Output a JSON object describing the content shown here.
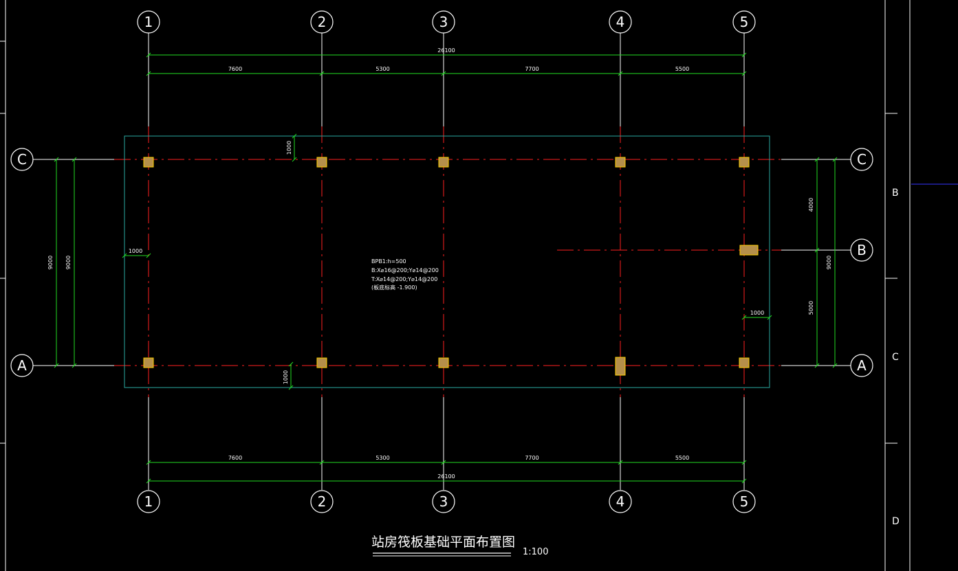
{
  "drawing": {
    "title": "站房筏板基础平面布置图",
    "scale": "1:100",
    "colors": {
      "background": "#000000",
      "axis_line": "#ffffff",
      "grid_line": "#ff2020",
      "slab_outline": "#2aa8a0",
      "dimension": "#22dd22",
      "column_fill": "#b58f4a",
      "column_edge": "#ffd000",
      "frame_accent": "#3333ff"
    },
    "axes": {
      "vertical": [
        "1",
        "2",
        "3",
        "4",
        "5"
      ],
      "horizontal": [
        "C",
        "B",
        "A"
      ]
    },
    "dimensions": {
      "top_total": "26100",
      "top_segments": [
        "7600",
        "5300",
        "7700",
        "5500"
      ],
      "bottom_total": "26100",
      "bottom_segments": [
        "7600",
        "5300",
        "7700",
        "5500"
      ],
      "left_outer": "9000",
      "left_inner": "9000",
      "right_upper": "4000",
      "right_lower": "5000",
      "right_total": "9000",
      "offset_top": "1000",
      "offset_left": "1000",
      "offset_right": "1000",
      "offset_bottom": "1000"
    },
    "note": {
      "lines": [
        "BPB1:h=500",
        "B:X⌀16@200;Y⌀14@200",
        "T:X⌀14@200;Y⌀14@200",
        "(板底标高 -1.900)"
      ]
    },
    "frame": {
      "zones": [
        "B",
        "C",
        "D"
      ]
    }
  }
}
